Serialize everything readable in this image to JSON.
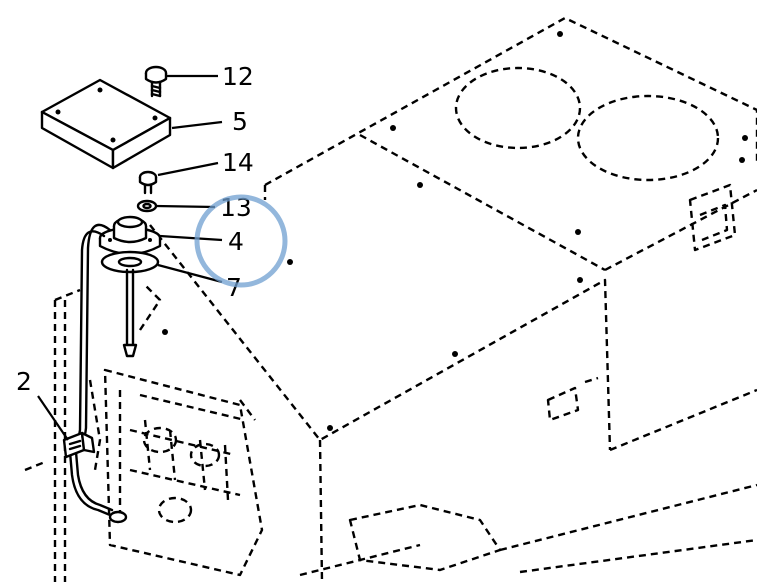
{
  "callouts": [
    {
      "id": "c12",
      "label": "12"
    },
    {
      "id": "c5",
      "label": "5"
    },
    {
      "id": "c14",
      "label": "14"
    },
    {
      "id": "c13",
      "label": "13"
    },
    {
      "id": "c4",
      "label": "4"
    },
    {
      "id": "c7",
      "label": "7"
    },
    {
      "id": "c2",
      "label": "2"
    }
  ],
  "colors": {
    "line": "#000000",
    "highlight": "#6f9fd0",
    "background": "#ffffff"
  },
  "highlight": {
    "target": "4"
  }
}
